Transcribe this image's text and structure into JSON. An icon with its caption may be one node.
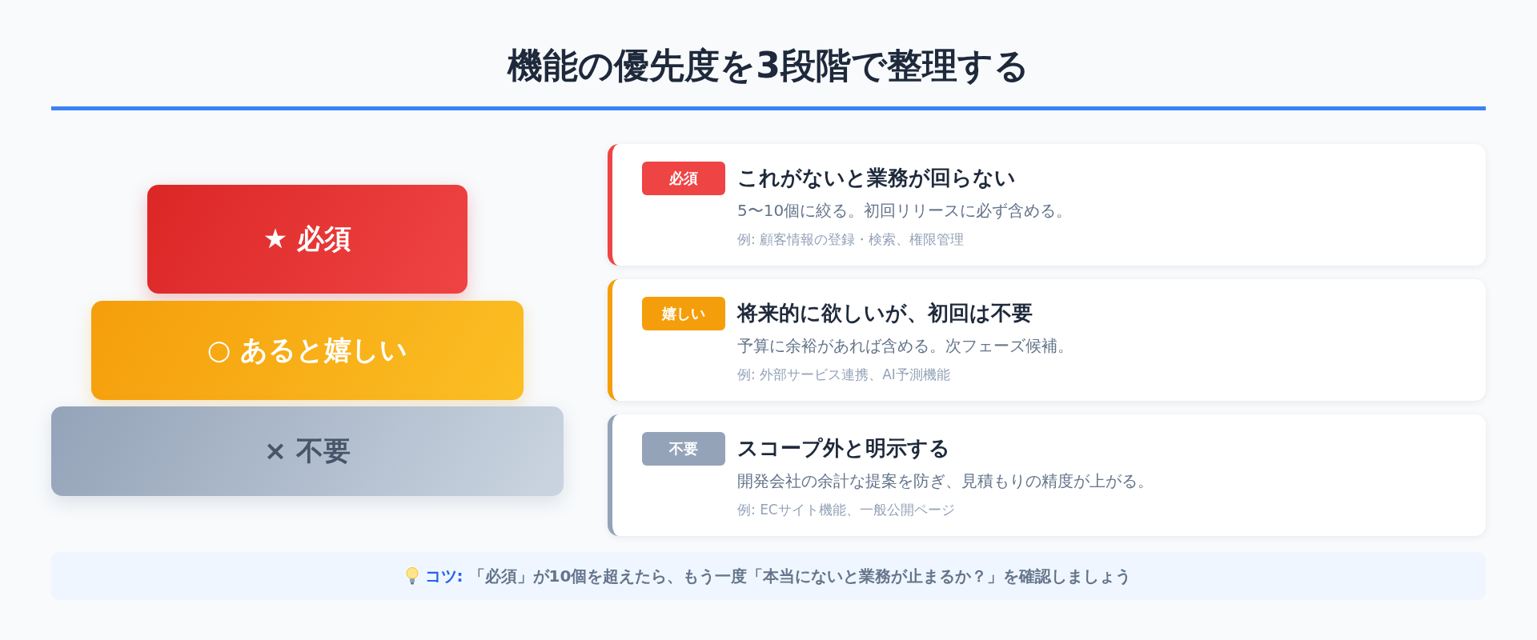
{
  "diagram": {
    "title": "機能の優先度を3段階で整理する",
    "nodes": [
      {
        "text": [
          "★ 必須"
        ]
      },
      {
        "text": [
          "○ あると嬉しい"
        ]
      },
      {
        "text": [
          "× 不要"
        ]
      },
      {
        "text": [
          "これがないと業務が回らない",
          "5〜10個に絞る。初回リリースに必ず含める。",
          "例: 顧客情報の登録・検索、権限管理"
        ]
      },
      {
        "text": [
          "必須"
        ],
        "in": 3
      },
      {
        "text": [
          "将来的に欲しいが、初回は不要",
          "予算に余裕があれば含める。次フェーズ候補。",
          "例: 外部サービス連携、AI予測機能"
        ]
      },
      {
        "text": [
          "嬉しい"
        ],
        "in": 5
      },
      {
        "text": [
          "スコープ外と明示する",
          "開発会社の余計な提案を防ぎ、見積もりの精度が上がる。",
          "例: ECサイト機能、一般公開ページ"
        ]
      },
      {
        "text": [
          "不要"
        ],
        "in": 7
      },
      {
        "text": [
          "**コツ:** 「必須」が10個を超えたら、もう一度「本当にないと業務が止まるか？」を確認しましょう"
        ]
      }
    ]
  }
}
